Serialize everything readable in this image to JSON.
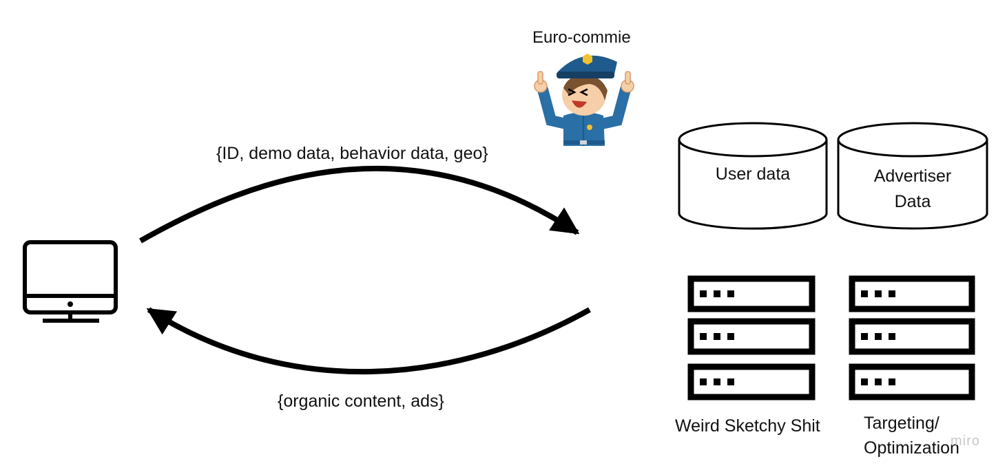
{
  "labels": {
    "character": "Euro-commie",
    "request": "{ID, demo data, behavior data, geo}",
    "response": "{organic content, ads}",
    "db_user": "User data",
    "db_advertiser": "Advertiser Data",
    "server_left": "Weird Sketchy Shit",
    "server_right": "Targeting/ Optimization",
    "watermark": "miro"
  },
  "icons": {
    "computer": "desktop-monitor-icon",
    "character": "police-officer-icon",
    "database": "database-cylinder-icon",
    "server": "server-rack-icon"
  },
  "colors": {
    "stroke": "#000000",
    "uniform": "#2a6fa6",
    "cap": "#1f5a8c",
    "skin": "#f6cfa8",
    "hair": "#7a5230",
    "badge": "#f2c12e"
  }
}
